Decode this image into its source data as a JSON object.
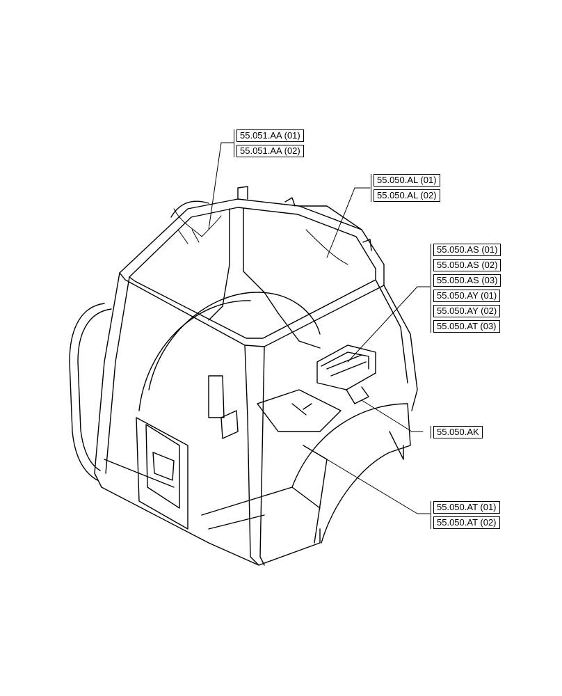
{
  "callout_groups": [
    {
      "id": "g1",
      "labels": [
        "55.051.AA (01)",
        "55.051.AA (02)"
      ]
    },
    {
      "id": "g2",
      "labels": [
        "55.050.AL (01)",
        "55.050.AL (02)"
      ]
    },
    {
      "id": "g3",
      "labels": [
        "55.050.AS (01)",
        "55.050.AS (02)",
        "55.050.AS (03)",
        "55.050.AY (01)",
        "55.050.AY (02)",
        "55.050.AT (03)"
      ]
    },
    {
      "id": "g4",
      "labels": [
        "55.050.AK"
      ]
    },
    {
      "id": "g5",
      "labels": [
        "55.050.AT (01)",
        "55.050.AT (02)"
      ]
    }
  ],
  "colors": {
    "line": "#000000",
    "background": "#ffffff"
  }
}
